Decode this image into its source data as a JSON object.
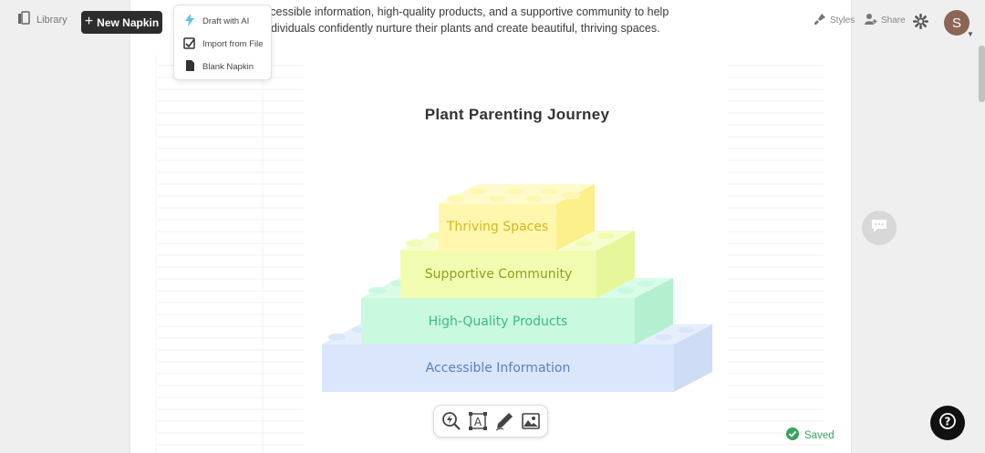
{
  "top_bar": {
    "library_label": "Library",
    "new_napkin_label": "New Napkin",
    "styles_label": "Styles",
    "share_label": "Share",
    "avatar_initial": "S"
  },
  "new_menu": {
    "items": [
      {
        "label": "Draft with AI",
        "icon": "lightning-icon"
      },
      {
        "label": "Import from File",
        "icon": "import-file-icon"
      },
      {
        "label": "Blank Napkin",
        "icon": "blank-page-icon"
      }
    ]
  },
  "document": {
    "line1": "ccessible information, high-quality products, and a supportive community to help",
    "line2": "ndividuals confidently nurture their plants and create beautiful, thriving spaces."
  },
  "diagram": {
    "title": "Plant Parenting Journey",
    "levels": [
      {
        "label": "Thriving Spaces",
        "color": "#fff7ad",
        "text_color": "#d7b521"
      },
      {
        "label": "Supportive Community",
        "color": "#f1fcb0",
        "text_color": "#8fa11c"
      },
      {
        "label": "High-Quality Products",
        "color": "#c9f9df",
        "text_color": "#3dbb86"
      },
      {
        "label": "Accessible Information",
        "color": "#d9e6fb",
        "text_color": "#5b7fc0"
      }
    ]
  },
  "toolbar": {
    "tools": [
      "magic-search-icon",
      "text-frame-icon",
      "pen-icon",
      "image-icon"
    ]
  },
  "status": {
    "saved_label": "Saved"
  },
  "colors": {
    "accent_dark": "#2d2d2d",
    "saved_green": "#3aa35a"
  }
}
